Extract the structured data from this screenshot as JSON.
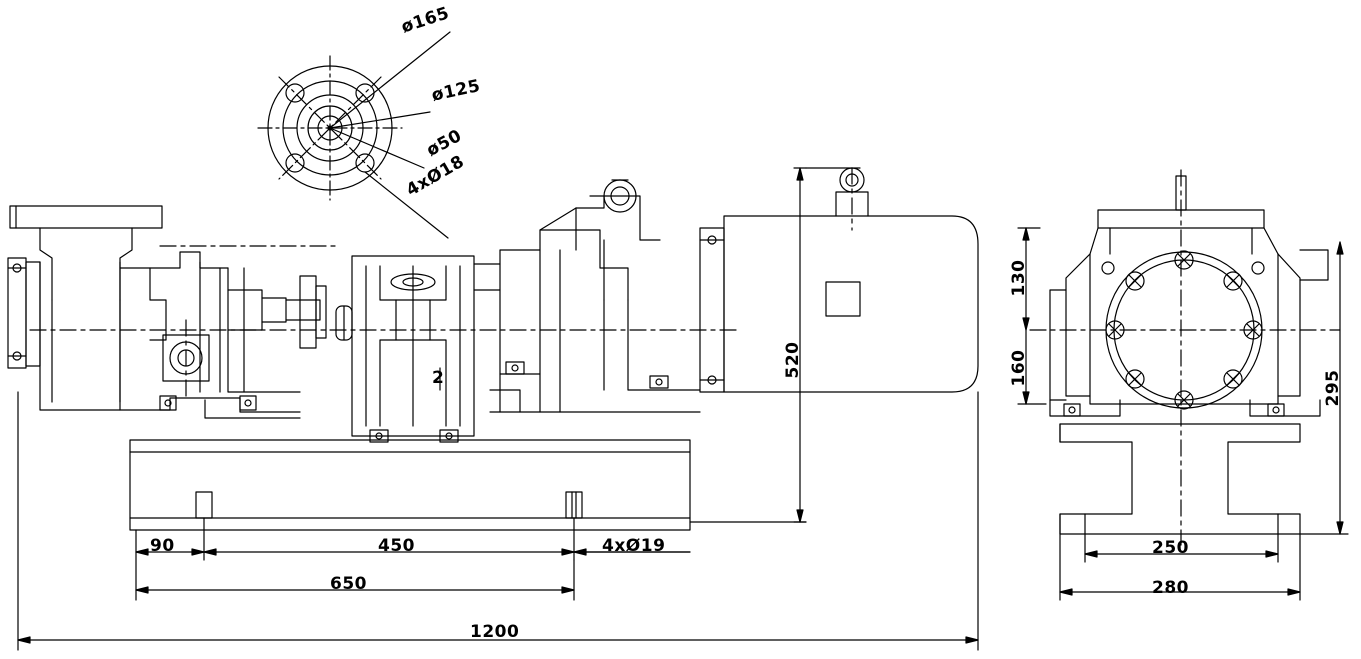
{
  "drawing": {
    "title": "Pump unit assembly outline drawing",
    "type": "mechanical-outline-drawing",
    "line_color": "#000000",
    "background": "#ffffff",
    "views": [
      {
        "name": "side-elevation",
        "position": "left"
      },
      {
        "name": "end-elevation",
        "position": "right"
      },
      {
        "name": "flange-detail",
        "position": "top-center"
      }
    ]
  },
  "dimensions": {
    "flange_detail": [
      {
        "id": "flange-outer-dia",
        "label": "ø165"
      },
      {
        "id": "flange-bolt-circle-dia",
        "label": "ø125"
      },
      {
        "id": "flange-bore-dia",
        "label": "ø50"
      },
      {
        "id": "flange-bolt-holes",
        "label": "4xØ18"
      }
    ],
    "side_view": [
      {
        "id": "overall-height",
        "label": "520"
      },
      {
        "id": "base-edge-to-hole",
        "label": "90"
      },
      {
        "id": "base-hole-spacing",
        "label": "450"
      },
      {
        "id": "base-mounting-holes",
        "label": "4xØ19"
      },
      {
        "id": "base-hole-span",
        "label": "650"
      },
      {
        "id": "overall-length",
        "label": "1200"
      },
      {
        "id": "part-callout-2",
        "label": "2"
      }
    ],
    "end_view": [
      {
        "id": "upper-height",
        "label": "130"
      },
      {
        "id": "lower-height",
        "label": "160"
      },
      {
        "id": "base-height",
        "label": "295"
      },
      {
        "id": "base-inner-width",
        "label": "250"
      },
      {
        "id": "base-outer-width",
        "label": "280"
      }
    ]
  }
}
